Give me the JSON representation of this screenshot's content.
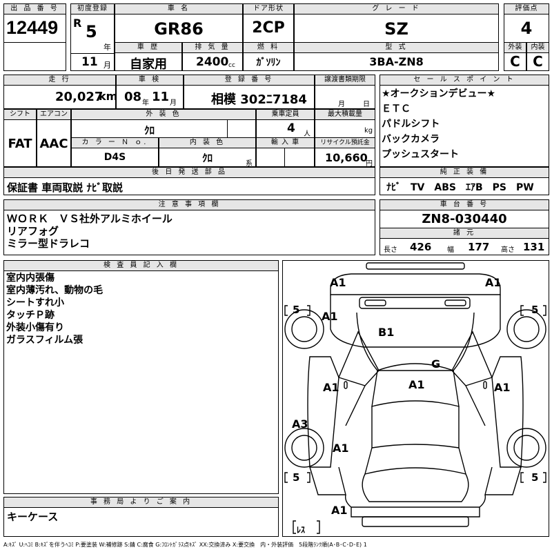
{
  "lot": {
    "label": "出 品 番 号",
    "value": "12449"
  },
  "first_reg": {
    "label": "初度登録",
    "era": "R",
    "year": "5",
    "year_unit": "年",
    "month": "11",
    "month_unit": "月"
  },
  "car_name": {
    "label": "車 名",
    "value": "GR86"
  },
  "door": {
    "label": "ドア形状",
    "value": "2CP"
  },
  "grade": {
    "label": "グ レ ー ド",
    "value": "SZ"
  },
  "score": {
    "label": "評価点",
    "value": "4",
    "ext_label": "外装",
    "int_label": "内装",
    "ext_value": "C",
    "int_value": "C"
  },
  "history": {
    "label": "車 歴",
    "value": "自家用"
  },
  "displacement": {
    "label": "排 気 量",
    "value": "2400",
    "unit": "cc"
  },
  "fuel": {
    "label": "燃 料",
    "value": "ｶﾞｿﾘﾝ"
  },
  "model": {
    "label": "型 式",
    "value": "3BA-ZN8"
  },
  "mileage": {
    "label": "走 行",
    "value": "20,027",
    "unit": "km"
  },
  "inspection": {
    "label": "車 検",
    "year": "08",
    "year_unit": "年",
    "month": "11",
    "month_unit": "月"
  },
  "registration": {
    "label": "登 録 番 号",
    "value": "相模 302ﾆ7184"
  },
  "transfer": {
    "label": "譲渡書類期限",
    "month_unit": "月",
    "day_unit": "日"
  },
  "shift": {
    "label": "シフト",
    "value": "FAT"
  },
  "ac": {
    "label": "エアコン",
    "value": "AAC"
  },
  "exterior_color": {
    "label": "外 装 色",
    "value": "ｸﾛ"
  },
  "capacity": {
    "label": "乗車定員",
    "value": "4",
    "unit": "人"
  },
  "max_load": {
    "label": "最大積載量",
    "unit": "kg"
  },
  "color_no": {
    "label": "カ ラ ー Ｎ ｏ.",
    "value": "D4S"
  },
  "interior_color": {
    "label": "内 装 色",
    "value": "ｸﾛ",
    "unit": "系"
  },
  "import": {
    "label": "輸 入 車"
  },
  "recycle": {
    "label": "リサイクル預託金",
    "value": "10,660",
    "unit": "円"
  },
  "sales_points": {
    "label": "セ ー ル ス ポ イ ン ト",
    "items": [
      "★オークションデビュー★",
      "ＥＴＣ",
      "パドルシフト",
      "バックカメラ",
      "プッシュスタート"
    ]
  },
  "later_parts": {
    "label": "後 日 発 送 部 品",
    "value": "保証書 車両取説 ﾅﾋﾞ取説"
  },
  "equipment": {
    "label": "純 正 装 備",
    "value": "ﾅﾋﾞ　TV　ABS　ｴｱB　PS　PW"
  },
  "notes": {
    "label": "注 意 事 項 欄",
    "items": [
      "ＷＯＲＫ　ＶＳ社外アルミホイール",
      "リアフォグ",
      "ミラー型ドラレコ"
    ]
  },
  "chassis": {
    "label": "車 台 番 号",
    "value": "ZN8-030440"
  },
  "dimensions": {
    "label": "諸 元",
    "length_label": "長さ",
    "length": "426",
    "width_label": "幅",
    "width": "177",
    "height_label": "高さ",
    "height": "131"
  },
  "inspector": {
    "label": "検 査 員 記 入 欄",
    "items": [
      "室内内張傷",
      "室内薄汚れ、動物の毛",
      "シートすれ小",
      "タッチＰ跡",
      "外装小傷有り",
      "ガラスフィルム張"
    ]
  },
  "office": {
    "label": "事 務 局 よ り ご 案 内",
    "value": "キーケース"
  },
  "diagram": {
    "marks": {
      "front_left": "A1",
      "front_right": "A1",
      "fender_left": "A1",
      "hood": "B1",
      "windshield": "G",
      "roof": "A1",
      "door_left": "A1",
      "door_right": "A1",
      "sill_left": "A3",
      "rear_door_left": "A1",
      "rear_bumper": "A1"
    },
    "tire_front_left": "5",
    "tire_front_right": "5",
    "tire_rear_left": "5",
    "tire_rear_right": "5",
    "spare": "ﾚｽ"
  },
  "legend": "A:ｷｽﾞ U:ﾍｺﾐ B:ｷｽﾞを伴うﾍｺﾐ P:要塗装 W:補修跡 S:錆 C:腐食 G:ﾌﾛﾝﾄｶﾞﾗｽ点ｷｽﾞ XX:交換済み X:要交換　内・外装評価　5段階ﾗﾝｸ順(A･B･C･D･E) 1"
}
